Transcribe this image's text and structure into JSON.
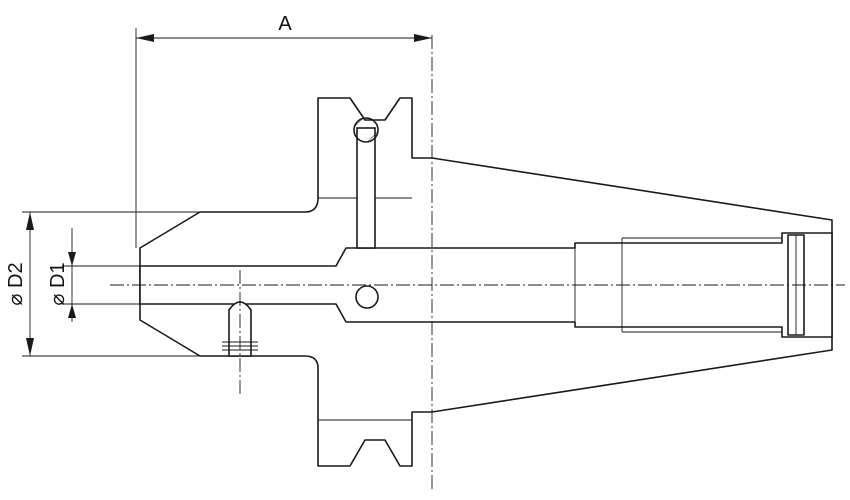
{
  "drawing": {
    "title": "",
    "dimensions": {
      "length_label": "A",
      "outer_diameter_label": "⌀ D2",
      "inner_diameter_label": "⌀ D1"
    }
  }
}
